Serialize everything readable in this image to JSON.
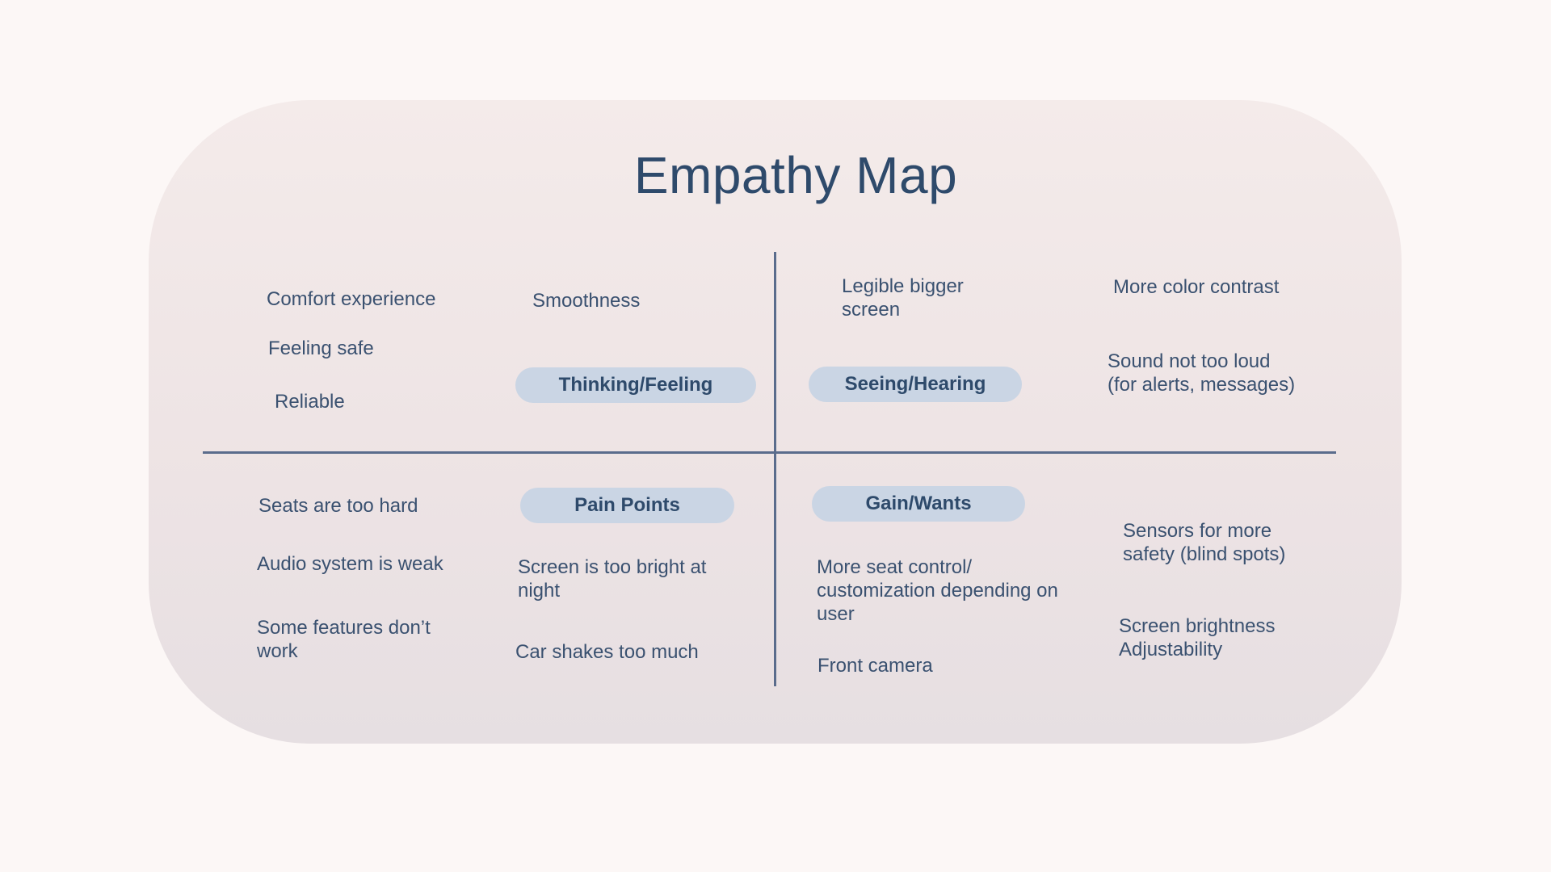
{
  "title": "Empathy Map",
  "quadrants": {
    "thinking_feeling": {
      "label": "Thinking/Feeling",
      "items": [
        "Comfort experience",
        "Feeling safe",
        "Reliable",
        "Smoothness"
      ]
    },
    "seeing_hearing": {
      "label": "Seeing/Hearing",
      "items": [
        "Legible bigger\nscreen",
        "More color contrast",
        "Sound not too loud\n(for alerts, messages)"
      ]
    },
    "pain_points": {
      "label": "Pain Points",
      "items": [
        "Seats are too hard",
        "Audio system is weak",
        "Some features don’t\nwork",
        "Screen is too bright at\nnight",
        "Car shakes too much"
      ]
    },
    "gain_wants": {
      "label": "Gain/Wants",
      "items": [
        "More seat control/\ncustomization depending on\nuser",
        "Front camera",
        "Sensors for more\nsafety (blind spots)",
        "Screen brightness\nAdjustability"
      ]
    }
  },
  "colors": {
    "background": "#fcf7f6",
    "card": "#f1e7e7",
    "text": "#3a5170",
    "title": "#2e4a6b",
    "pill": "#cad5e4",
    "divider": "#5a6c8c"
  }
}
